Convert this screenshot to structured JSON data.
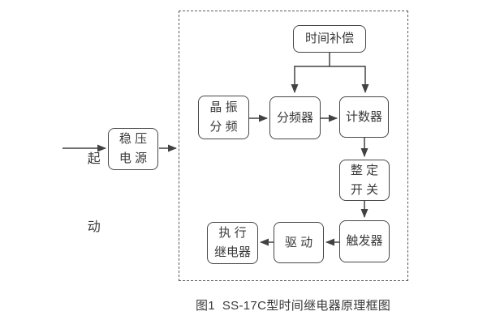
{
  "diagram": {
    "start_label": {
      "line1": "起",
      "line2": "动"
    },
    "boxes": {
      "regulator": {
        "line1": "稳 压",
        "line2": "电 源"
      },
      "compensation": {
        "line1": "时间补偿"
      },
      "crystal": {
        "line1": "晶 振",
        "line2": "分 频"
      },
      "divider": {
        "line1": "分频器"
      },
      "counter": {
        "line1": "计数器"
      },
      "setting": {
        "line1": "整 定",
        "line2": "开 关"
      },
      "trigger": {
        "line1": "触发器"
      },
      "drive": {
        "line1": "驱 动"
      },
      "executor": {
        "line1": "执 行",
        "line2": "继电器"
      }
    },
    "caption": "图1  SS-17C型时间继电器原理框图",
    "colors": {
      "line": "#424242",
      "text": "#3a3a3a",
      "frame_dash": "#5a5a5a",
      "background": "#ffffff"
    }
  }
}
